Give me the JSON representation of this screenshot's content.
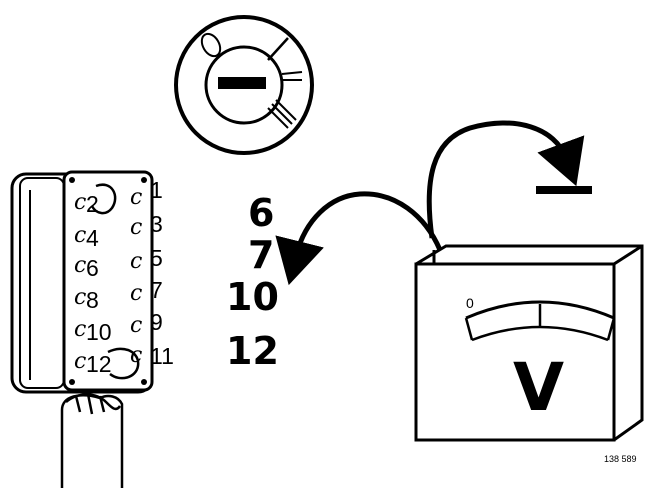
{
  "connector": {
    "pins_left": [
      "2",
      "4",
      "6",
      "8",
      "10",
      "12"
    ],
    "pins_right": [
      "1",
      "3",
      "5",
      "7",
      "9",
      "11"
    ]
  },
  "test_terminals": [
    "6",
    "7",
    "10",
    "12"
  ],
  "voltmeter": {
    "scale_zero": "0",
    "unit_symbol": "V"
  },
  "figure_ref": "138 589",
  "icons": [
    "ignition-switch-icon",
    "ground-symbol-icon",
    "connector-plug-icon",
    "voltmeter-icon",
    "arrow-icon"
  ]
}
